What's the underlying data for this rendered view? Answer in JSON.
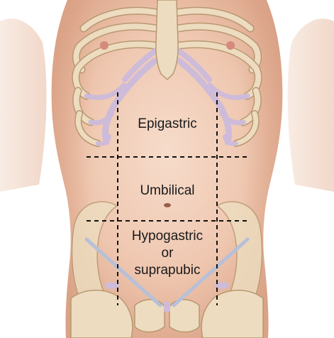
{
  "regions": {
    "epigastric": "Epigastric",
    "umbilical": "Umbilical",
    "hypogastric_line1": "Hypogastric",
    "hypogastric_line2": "or",
    "hypogastric_line3": "suprapubic"
  },
  "colors": {
    "skin_light": "#f3d5c2",
    "skin_mid": "#e9bba0",
    "skin_shadow": "#d8a084",
    "bone": "#eddcbf",
    "bone_outline": "#b89872",
    "cartilage": "#cdbbd9",
    "nipple": "#d48a7c",
    "dashed_line": "#111111"
  },
  "icons": {
    "figure": "abdominal-torso-illustration"
  }
}
